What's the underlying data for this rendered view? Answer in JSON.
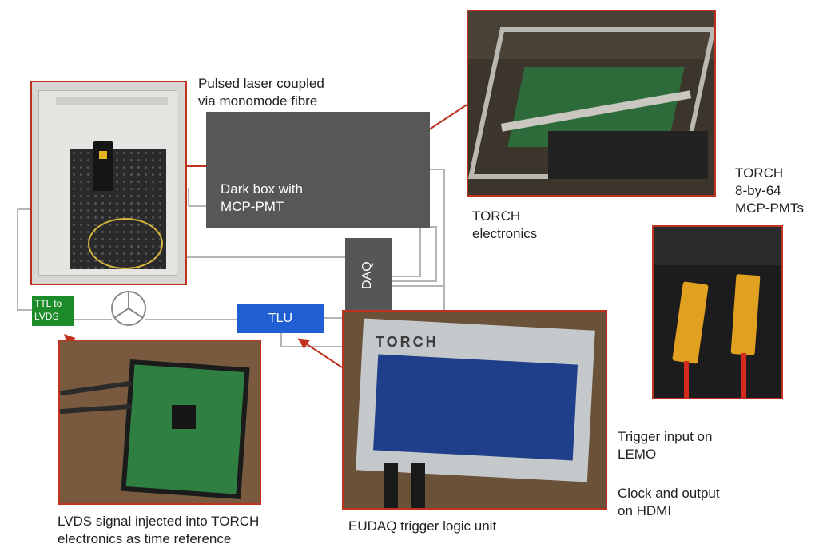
{
  "labels": {
    "pulsed_laser": "Pulsed laser coupled\nvia monomode fibre",
    "dark_box": "Dark box with\nMCP-PMT",
    "daq": "DAQ",
    "tlu": "TLU",
    "ttl_lvds": "TTL to\nLVDS",
    "torch_electronics": "TORCH\nelectronics",
    "torch_pmts": "TORCH\n8-by-64\nMCP-PMTs",
    "trigger_input": "Trigger input on\nLEMO",
    "clock_output": "Clock and output\non HDMI",
    "lvds_signal": "LVDS signal injected into TORCH\nelectronics as time reference",
    "eudaq_tlu": "EUDAQ trigger logic unit",
    "torch_board_text": "TORCH"
  },
  "colors": {
    "photo_border": "#c0311e",
    "arrow": "#c0311e",
    "dark_box": "#575757",
    "daq_box": "#565656",
    "tlu_box": "#1f5fd1",
    "ttl_box": "#1c8c2a",
    "wire": "#b5b5b5"
  }
}
